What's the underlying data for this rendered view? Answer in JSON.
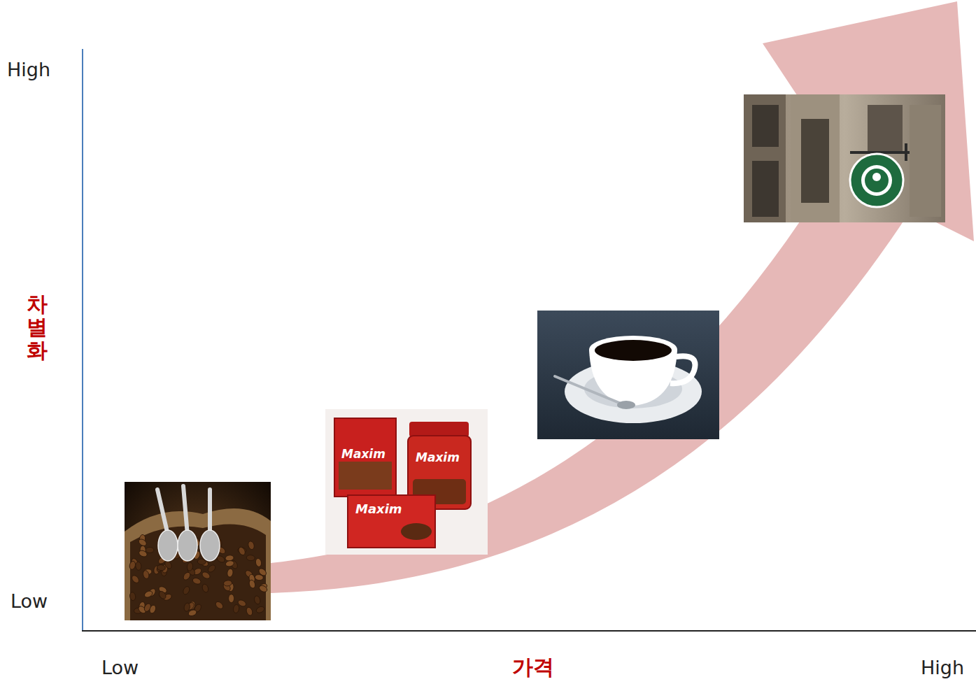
{
  "diagram": {
    "labels": [
      "High",
      "Low",
      "차별화",
      "Low",
      "가격",
      "High",
      "Maxim",
      "Maxim",
      "Maxim"
    ]
  }
}
